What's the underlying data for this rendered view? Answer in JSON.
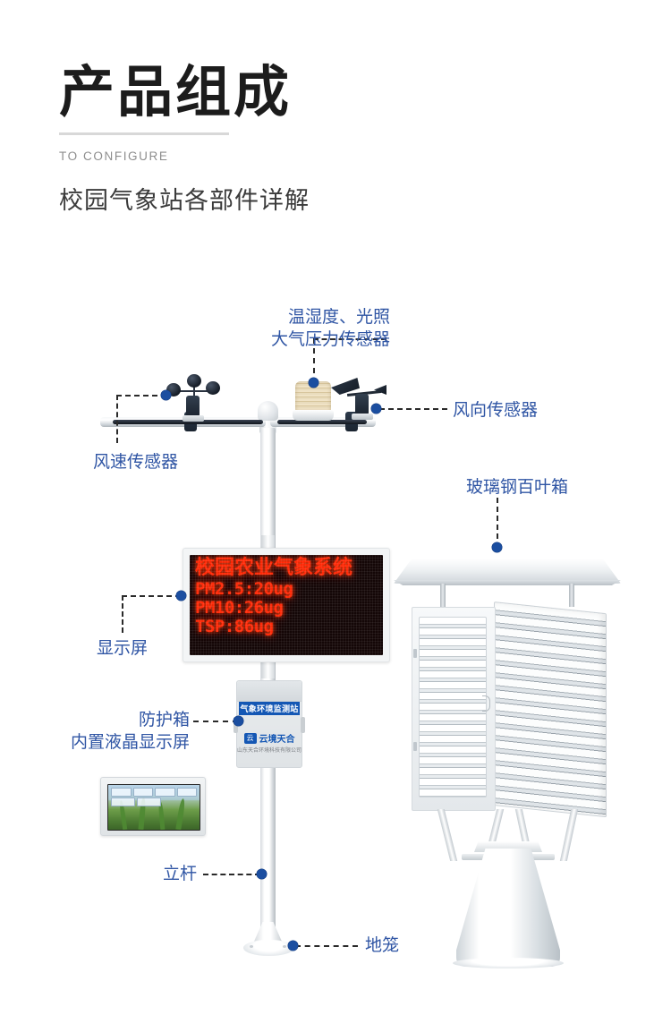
{
  "header": {
    "title": "产品组成",
    "subtitle_en": "TO CONFIGURE",
    "subtitle_zh": "校园气象站各部件详解"
  },
  "callouts": [
    {
      "id": "temp-humidity-light-pressure-sensor",
      "line1": "温湿度、光照",
      "line2": "大气压力传感器",
      "align": "right"
    },
    {
      "id": "wind-direction-sensor",
      "line1": "风向传感器",
      "line2": "",
      "align": "left"
    },
    {
      "id": "wind-speed-sensor",
      "line1": "风速传感器",
      "line2": "",
      "align": "left"
    },
    {
      "id": "frp-louvered-box",
      "line1": "玻璃钢百叶箱",
      "line2": "",
      "align": "left"
    },
    {
      "id": "display-screen",
      "line1": "显示屏",
      "line2": "",
      "align": "left"
    },
    {
      "id": "protective-box",
      "line1": "防护箱",
      "line2": "内置液晶显示屏",
      "align": "right"
    },
    {
      "id": "pole",
      "line1": "立杆",
      "line2": "",
      "align": "left"
    },
    {
      "id": "ground-cage",
      "line1": "地笼",
      "line2": "",
      "align": "left"
    }
  ],
  "led_display": {
    "title": "校园农业气象系统",
    "rows": [
      "PM2.5:20ug",
      "PM10:26ug",
      "TSP:86ug"
    ]
  },
  "protective_box": {
    "banner": "气象环境监测站",
    "logo_mark": "云",
    "logo_text": "云境天合",
    "company": "山东天合环境科技有限公司"
  },
  "colors": {
    "accent_blue": "#2f55a4",
    "dot_blue": "#1b4ea0",
    "banner_blue": "#1457b4",
    "led_red": "#ff2a08",
    "title_black": "#1c1c1c",
    "muted_gray": "#8d8d8d"
  }
}
